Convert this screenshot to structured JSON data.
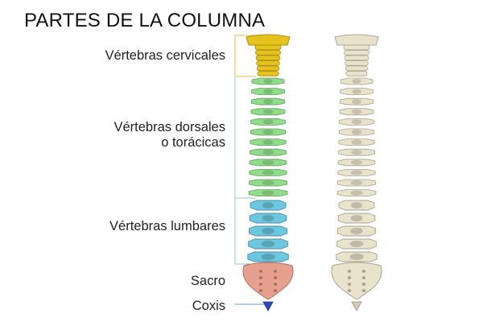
{
  "title": "PARTES DE LA COLUMNA",
  "labels": {
    "cervical": "Vértebras cervicales",
    "thoracic_line1": "Vértebras dorsales",
    "thoracic_line2": "o torácicas",
    "lumbar": "Vértebras lumbares",
    "sacrum": "Sacro",
    "coccyx": "Coxis"
  },
  "colors": {
    "cervical": "#e6c21d",
    "thoracic": "#8fdc8a",
    "lumbar": "#6cc7df",
    "sacrum": "#e8a08e",
    "coccyx": "#3048b5",
    "bone": "#e9e3cc",
    "bracket": "#e9c96a"
  }
}
